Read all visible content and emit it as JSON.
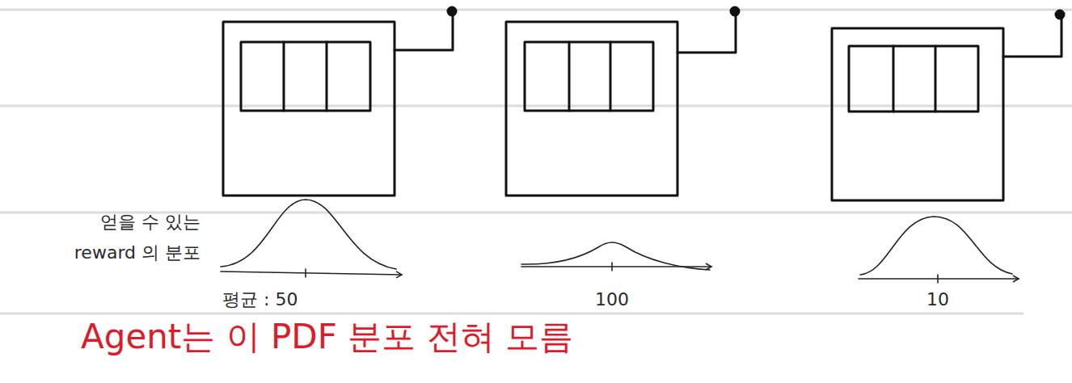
{
  "diagram": {
    "labels": [
      "얻을 수 있는 reward 의 분포",
      "평균 : 50",
      "100",
      "10",
      "Agent는 이 PDF 분포 전혀 모름"
    ]
  }
}
